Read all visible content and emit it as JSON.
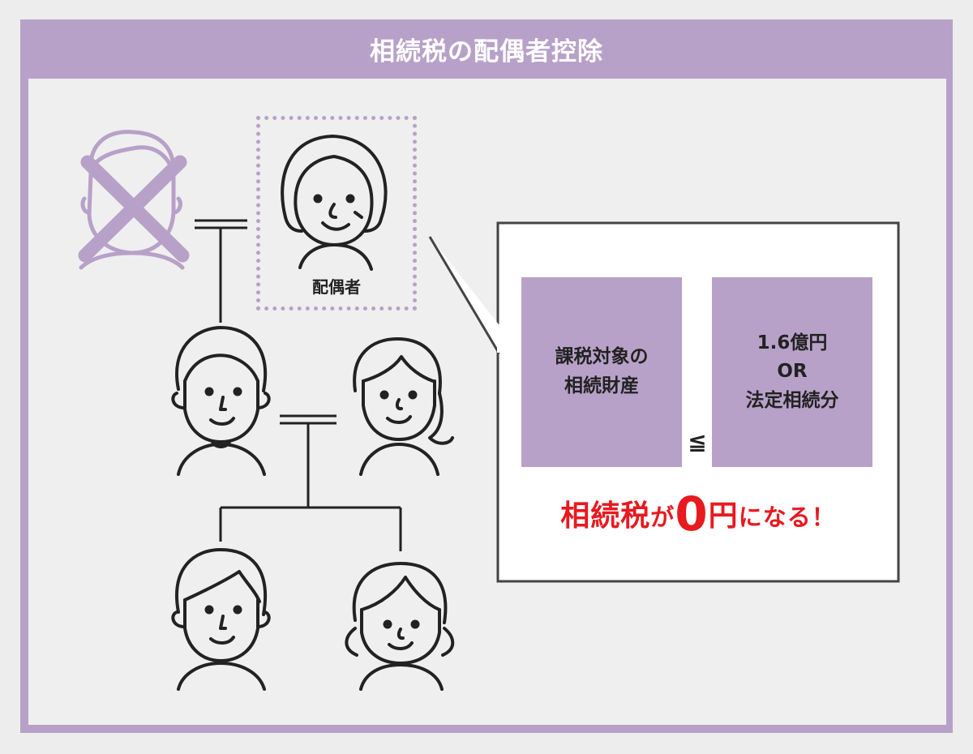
{
  "title": "相続税の配偶者控除",
  "spouse_label": "配偶者",
  "left_box": {
    "line1": "課税対象の",
    "line2": "相続財産"
  },
  "right_box": {
    "line1": "1.6億円",
    "line2": "OR",
    "line3": "法定相続分"
  },
  "comparison_symbol": "≦",
  "result": {
    "part1": "相続税",
    "part2": "が",
    "part3": "0",
    "part4": "円",
    "part5": "になる！"
  },
  "colors": {
    "accent": "#b8a1c8",
    "result": "#e8191f",
    "line": "#222222",
    "background": "#efefef"
  }
}
